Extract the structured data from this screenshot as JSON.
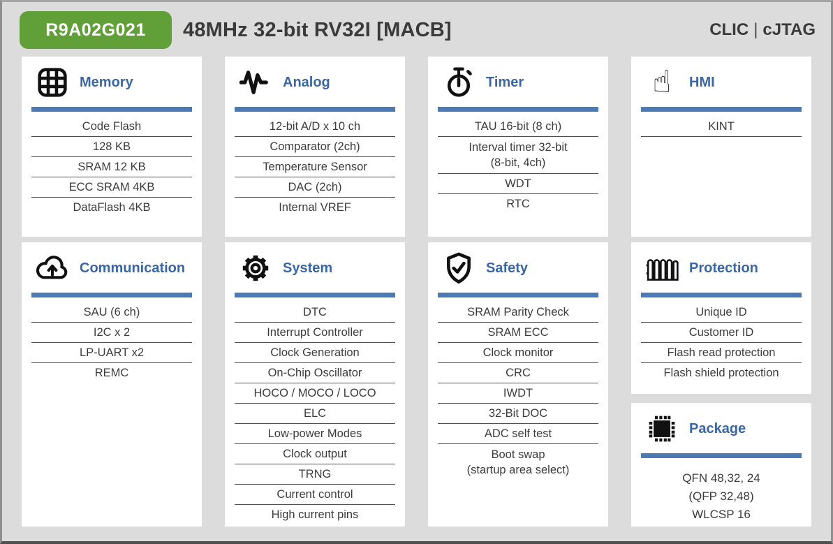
{
  "header": {
    "part_number": "R9A02G021",
    "title": "48MHz 32-bit RV32I [MACB]",
    "right": {
      "left_label": "CLIC",
      "separator": "|",
      "right_label": "cJTAG"
    }
  },
  "colors": {
    "badge_green": "#61a038",
    "title_blue": "#3a66a4",
    "accent_bar_blue": "#4b7ab5",
    "background_gray": "#dcdcdc",
    "card_white": "#ffffff",
    "text_dark": "#3c3c3c"
  },
  "cards": [
    {
      "name": "memory",
      "title": "Memory",
      "icon": "grid-icon",
      "separators": true,
      "underline_last": false,
      "items": [
        [
          "Code Flash"
        ],
        [
          "128 KB"
        ],
        [
          "SRAM 12 KB"
        ],
        [
          "ECC SRAM 4KB"
        ],
        [
          "DataFlash 4KB"
        ]
      ]
    },
    {
      "name": "analog",
      "title": "Analog",
      "icon": "waveform-icon",
      "separators": true,
      "underline_last": false,
      "items": [
        [
          "12-bit A/D x 10 ch"
        ],
        [
          "Comparator (2ch)"
        ],
        [
          "Temperature Sensor"
        ],
        [
          "DAC (2ch)"
        ],
        [
          "Internal VREF"
        ]
      ]
    },
    {
      "name": "timer",
      "title": "Timer",
      "icon": "stopwatch-icon",
      "separators": true,
      "underline_last": false,
      "items": [
        [
          "TAU 16-bit (8 ch)"
        ],
        [
          "Interval timer 32-bit",
          "(8-bit, 4ch)"
        ],
        [
          "WDT"
        ],
        [
          "RTC"
        ]
      ]
    },
    {
      "name": "hmi",
      "title": "HMI",
      "icon": "touch-icon",
      "separators": true,
      "underline_last": true,
      "items": [
        [
          "KINT"
        ]
      ]
    },
    {
      "name": "communication",
      "title": "Communication",
      "icon": "cloud-upload-icon",
      "separators": true,
      "underline_last": false,
      "items": [
        [
          "SAU (6 ch)"
        ],
        [
          "I2C x 2"
        ],
        [
          "LP-UART x2"
        ],
        [
          "REMC"
        ]
      ]
    },
    {
      "name": "system",
      "title": "System",
      "icon": "gear-icon",
      "separators": true,
      "underline_last": false,
      "items": [
        [
          "DTC"
        ],
        [
          "Interrupt Controller"
        ],
        [
          "Clock Generation"
        ],
        [
          "On-Chip Oscillator"
        ],
        [
          "HOCO / MOCO / LOCO"
        ],
        [
          "ELC"
        ],
        [
          "Low-power Modes"
        ],
        [
          "Clock output"
        ],
        [
          "TRNG"
        ],
        [
          "Current control"
        ],
        [
          "High current pins"
        ]
      ]
    },
    {
      "name": "safety",
      "title": "Safety",
      "icon": "shield-check-icon",
      "separators": true,
      "underline_last": false,
      "items": [
        [
          "SRAM Parity Check"
        ],
        [
          "SRAM ECC"
        ],
        [
          "Clock monitor"
        ],
        [
          "CRC"
        ],
        [
          "IWDT"
        ],
        [
          "32-Bit DOC"
        ],
        [
          "ADC self test"
        ],
        [
          "Boot swap",
          "(startup area select)"
        ]
      ]
    },
    {
      "name": "protection",
      "title": "Protection",
      "icon": "fence-icon",
      "separators": true,
      "underline_last": false,
      "items": [
        [
          "Unique ID"
        ],
        [
          "Customer ID"
        ],
        [
          "Flash read protection"
        ],
        [
          "Flash shield protection"
        ]
      ]
    },
    {
      "name": "package",
      "title": "Package",
      "icon": "chip-icon",
      "separators": false,
      "underline_last": false,
      "items": [
        [
          "QFN 48,32, 24",
          "(QFP 32,48)",
          "WLCSP 16"
        ]
      ]
    }
  ]
}
